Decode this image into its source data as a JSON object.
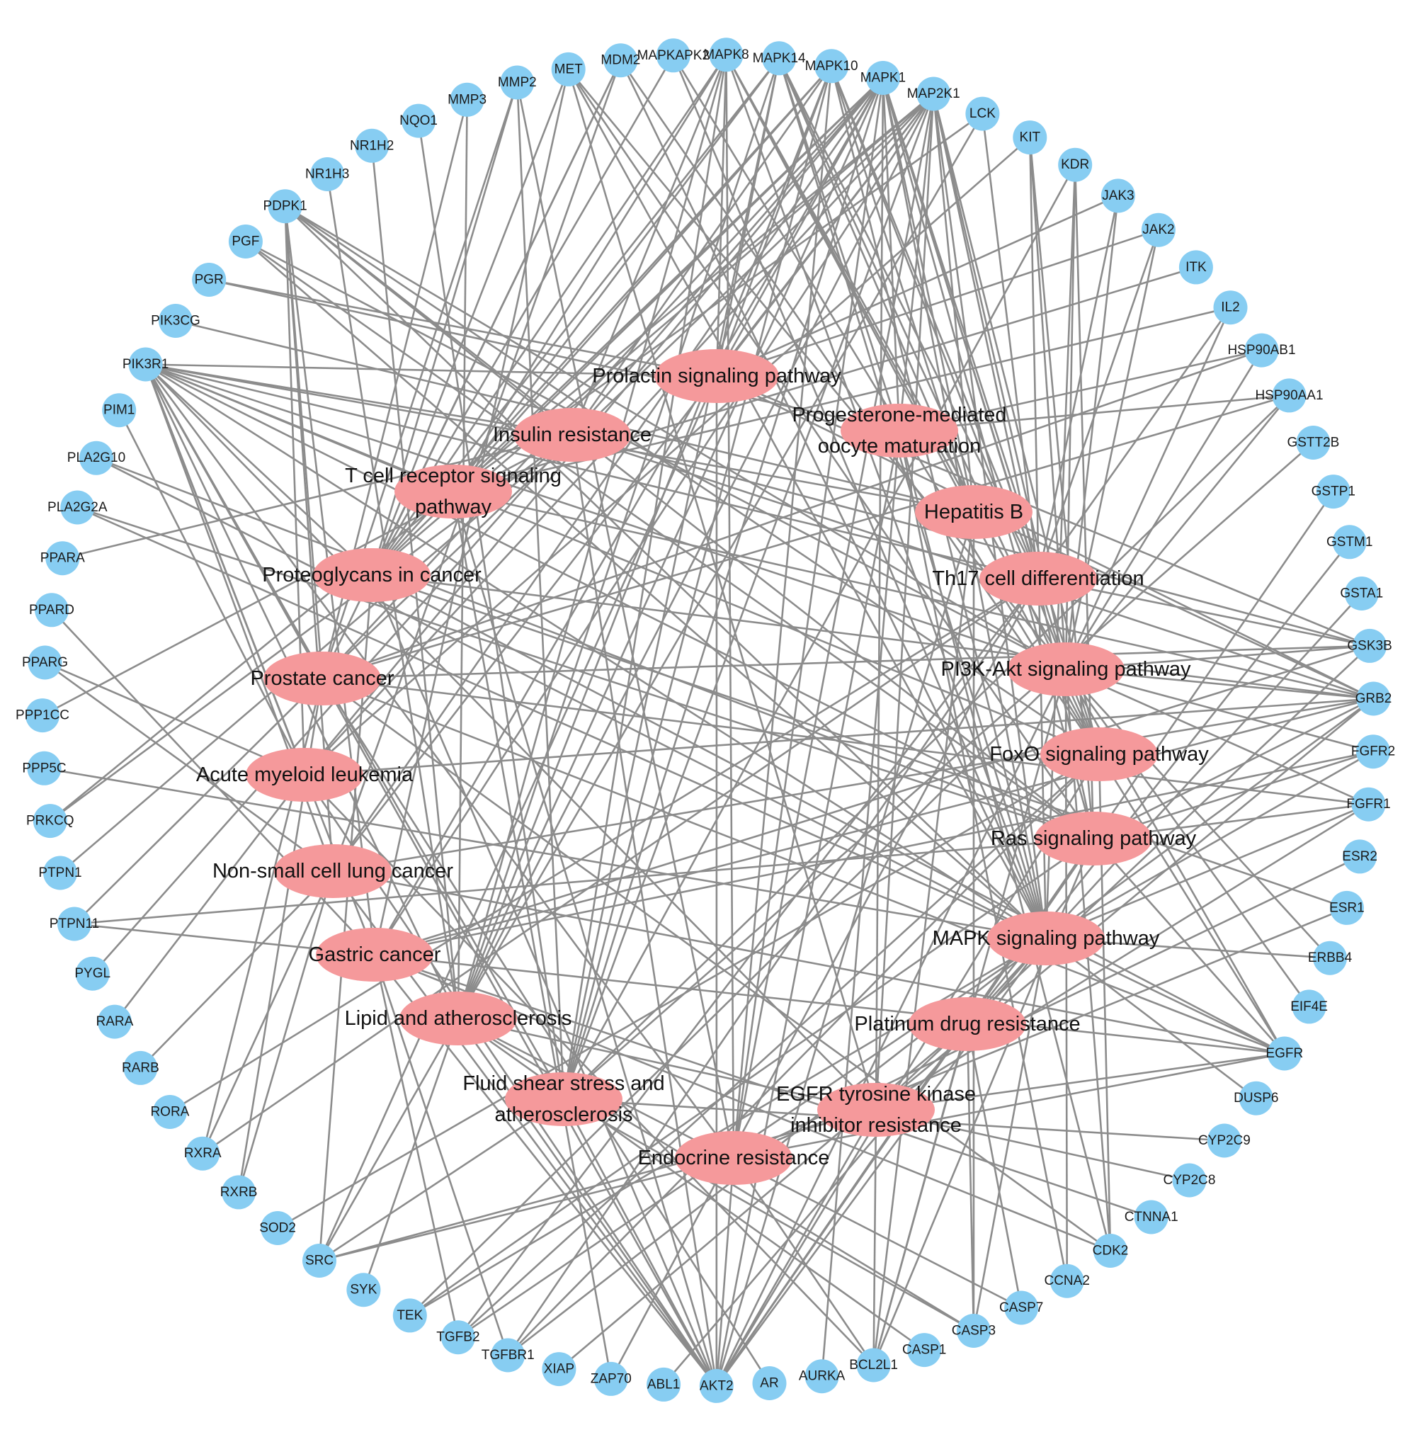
{
  "colors": {
    "gene_node": "#87cdf2",
    "pathway_node": "#f5999b",
    "edge": "#8c8c8c"
  },
  "genes": [
    "MAPKAPK2",
    "MAPK8",
    "MAPK14",
    "MAPK10",
    "MAPK1",
    "MAP2K1",
    "LCK",
    "KIT",
    "KDR",
    "JAK3",
    "JAK2",
    "ITK",
    "IL2",
    "HSP90AB1",
    "HSP90AA1",
    "GSTT2B",
    "GSTP1",
    "GSTM1",
    "GSTA1",
    "GSK3B",
    "GRB2",
    "FGFR2",
    "FGFR1",
    "ESR2",
    "ESR1",
    "ERBB4",
    "EIF4E",
    "EGFR",
    "DUSP6",
    "CYP2C9",
    "CYP2C8",
    "CTNNA1",
    "CDK2",
    "CCNA2",
    "CASP7",
    "CASP3",
    "CASP1",
    "BCL2L1",
    "AURKA",
    "AR",
    "AKT2",
    "ABL1",
    "ZAP70",
    "XIAP",
    "TGFBR1",
    "TGFB2",
    "TEK",
    "SYK",
    "SRC",
    "SOD2",
    "RXRB",
    "RXRA",
    "RORA",
    "RARB",
    "RARA",
    "PYGL",
    "PTPN11",
    "PTPN1",
    "PRKCQ",
    "PPP5C",
    "PPP1CC",
    "PPARG",
    "PPARD",
    "PPARA",
    "PLA2G2A",
    "PLA2G10",
    "PIM1",
    "PIK3R1",
    "PIK3CG",
    "PGR",
    "PGF",
    "PDPK1",
    "NR1H3",
    "NR1H2",
    "NQO1",
    "MMP3",
    "MMP2",
    "MET",
    "MDM2"
  ],
  "pathways": [
    {
      "id": "prolactin",
      "lines": [
        "Prolactin signaling pathway"
      ]
    },
    {
      "id": "progesterone",
      "lines": [
        "Progesterone-mediated",
        "oocyte maturation"
      ]
    },
    {
      "id": "insulin",
      "lines": [
        "Insulin resistance"
      ]
    },
    {
      "id": "tcell",
      "lines": [
        "T cell receptor signaling",
        "pathway"
      ]
    },
    {
      "id": "hepb",
      "lines": [
        "Hepatitis B"
      ]
    },
    {
      "id": "proteoglycans",
      "lines": [
        "Proteoglycans in cancer"
      ]
    },
    {
      "id": "th17",
      "lines": [
        "Th17 cell differentiation"
      ]
    },
    {
      "id": "pi3k",
      "lines": [
        "PI3K-Akt signaling pathway"
      ]
    },
    {
      "id": "prostate",
      "lines": [
        "Prostate cancer"
      ]
    },
    {
      "id": "foxo",
      "lines": [
        "FoxO signaling pathway"
      ]
    },
    {
      "id": "aml",
      "lines": [
        "Acute myeloid leukemia"
      ]
    },
    {
      "id": "ras",
      "lines": [
        "Ras signaling pathway"
      ]
    },
    {
      "id": "nsclc",
      "lines": [
        "Non-small cell lung cancer"
      ]
    },
    {
      "id": "mapk",
      "lines": [
        "MAPK signaling pathway"
      ]
    },
    {
      "id": "gastric",
      "lines": [
        "Gastric cancer"
      ]
    },
    {
      "id": "lipid",
      "lines": [
        "Lipid and atherosclerosis"
      ]
    },
    {
      "id": "platinum",
      "lines": [
        "Platinum drug resistance"
      ]
    },
    {
      "id": "fluid",
      "lines": [
        "Fluid shear stress and",
        "atherosclerosis"
      ]
    },
    {
      "id": "egfrtki",
      "lines": [
        "EGFR tyrosine kinase",
        "inhibitor resistance"
      ]
    },
    {
      "id": "endocrine",
      "lines": [
        "Endocrine resistance"
      ]
    }
  ],
  "edges": [
    [
      "PIK3R1",
      "prolactin"
    ],
    [
      "PIK3R1",
      "insulin"
    ],
    [
      "PIK3R1",
      "tcell"
    ],
    [
      "PIK3R1",
      "hepb"
    ],
    [
      "PIK3R1",
      "proteoglycans"
    ],
    [
      "PIK3R1",
      "th17"
    ],
    [
      "PIK3R1",
      "pi3k"
    ],
    [
      "PIK3R1",
      "prostate"
    ],
    [
      "PIK3R1",
      "foxo"
    ],
    [
      "PIK3R1",
      "aml"
    ],
    [
      "PIK3R1",
      "ras"
    ],
    [
      "PIK3R1",
      "nsclc"
    ],
    [
      "PIK3R1",
      "mapk"
    ],
    [
      "PIK3R1",
      "gastric"
    ],
    [
      "PIK3R1",
      "lipid"
    ],
    [
      "PIK3R1",
      "fluid"
    ],
    [
      "PIK3R1",
      "egfrtki"
    ],
    [
      "PIK3R1",
      "endocrine"
    ],
    [
      "AKT2",
      "prolactin"
    ],
    [
      "AKT2",
      "progesterone"
    ],
    [
      "AKT2",
      "insulin"
    ],
    [
      "AKT2",
      "tcell"
    ],
    [
      "AKT2",
      "hepb"
    ],
    [
      "AKT2",
      "proteoglycans"
    ],
    [
      "AKT2",
      "pi3k"
    ],
    [
      "AKT2",
      "prostate"
    ],
    [
      "AKT2",
      "foxo"
    ],
    [
      "AKT2",
      "aml"
    ],
    [
      "AKT2",
      "ras"
    ],
    [
      "AKT2",
      "nsclc"
    ],
    [
      "AKT2",
      "mapk"
    ],
    [
      "AKT2",
      "gastric"
    ],
    [
      "AKT2",
      "lipid"
    ],
    [
      "AKT2",
      "platinum"
    ],
    [
      "AKT2",
      "fluid"
    ],
    [
      "AKT2",
      "egfrtki"
    ],
    [
      "AKT2",
      "endocrine"
    ],
    [
      "MAPK1",
      "prolactin"
    ],
    [
      "MAPK1",
      "progesterone"
    ],
    [
      "MAPK1",
      "insulin"
    ],
    [
      "MAPK1",
      "tcell"
    ],
    [
      "MAPK1",
      "hepb"
    ],
    [
      "MAPK1",
      "proteoglycans"
    ],
    [
      "MAPK1",
      "th17"
    ],
    [
      "MAPK1",
      "pi3k"
    ],
    [
      "MAPK1",
      "prostate"
    ],
    [
      "MAPK1",
      "foxo"
    ],
    [
      "MAPK1",
      "aml"
    ],
    [
      "MAPK1",
      "ras"
    ],
    [
      "MAPK1",
      "nsclc"
    ],
    [
      "MAPK1",
      "mapk"
    ],
    [
      "MAPK1",
      "gastric"
    ],
    [
      "MAPK1",
      "lipid"
    ],
    [
      "MAPK1",
      "fluid"
    ],
    [
      "MAPK1",
      "egfrtki"
    ],
    [
      "MAPK1",
      "endocrine"
    ],
    [
      "MAP2K1",
      "prolactin"
    ],
    [
      "MAP2K1",
      "progesterone"
    ],
    [
      "MAP2K1",
      "tcell"
    ],
    [
      "MAP2K1",
      "hepb"
    ],
    [
      "MAP2K1",
      "proteoglycans"
    ],
    [
      "MAP2K1",
      "pi3k"
    ],
    [
      "MAP2K1",
      "prostate"
    ],
    [
      "MAP2K1",
      "foxo"
    ],
    [
      "MAP2K1",
      "aml"
    ],
    [
      "MAP2K1",
      "ras"
    ],
    [
      "MAP2K1",
      "nsclc"
    ],
    [
      "MAP2K1",
      "mapk"
    ],
    [
      "MAP2K1",
      "gastric"
    ],
    [
      "MAP2K1",
      "lipid"
    ],
    [
      "MAP2K1",
      "fluid"
    ],
    [
      "MAP2K1",
      "egfrtki"
    ],
    [
      "MAP2K1",
      "endocrine"
    ],
    [
      "MAPK8",
      "prolactin"
    ],
    [
      "MAPK8",
      "insulin"
    ],
    [
      "MAPK8",
      "tcell"
    ],
    [
      "MAPK8",
      "hepb"
    ],
    [
      "MAPK8",
      "proteoglycans"
    ],
    [
      "MAPK8",
      "pi3k"
    ],
    [
      "MAPK8",
      "foxo"
    ],
    [
      "MAPK8",
      "mapk"
    ],
    [
      "MAPK8",
      "lipid"
    ],
    [
      "MAPK8",
      "fluid"
    ],
    [
      "MAPK8",
      "endocrine"
    ],
    [
      "MAPK14",
      "prolactin"
    ],
    [
      "MAPK14",
      "tcell"
    ],
    [
      "MAPK14",
      "hepb"
    ],
    [
      "MAPK14",
      "proteoglycans"
    ],
    [
      "MAPK14",
      "th17"
    ],
    [
      "MAPK14",
      "foxo"
    ],
    [
      "MAPK14",
      "mapk"
    ],
    [
      "MAPK14",
      "lipid"
    ],
    [
      "MAPK14",
      "fluid"
    ],
    [
      "MAPK14",
      "progesterone"
    ],
    [
      "MAPK10",
      "prolactin"
    ],
    [
      "MAPK10",
      "insulin"
    ],
    [
      "MAPK10",
      "tcell"
    ],
    [
      "MAPK10",
      "hepb"
    ],
    [
      "MAPK10",
      "proteoglycans"
    ],
    [
      "MAPK10",
      "th17"
    ],
    [
      "MAPK10",
      "foxo"
    ],
    [
      "MAPK10",
      "mapk"
    ],
    [
      "MAPK10",
      "lipid"
    ],
    [
      "MAPK10",
      "fluid"
    ],
    [
      "MAPK10",
      "endocrine"
    ],
    [
      "MAPKAPK2",
      "mapk"
    ],
    [
      "MAPKAPK2",
      "foxo"
    ],
    [
      "MAPKAPK2",
      "proteoglycans"
    ],
    [
      "MDM2",
      "proteoglycans"
    ],
    [
      "MDM2",
      "prostate"
    ],
    [
      "MDM2",
      "foxo"
    ],
    [
      "MDM2",
      "nsclc"
    ],
    [
      "MDM2",
      "mapk"
    ],
    [
      "MET",
      "pi3k"
    ],
    [
      "MET",
      "proteoglycans"
    ],
    [
      "MET",
      "gastric"
    ],
    [
      "MET",
      "ras"
    ],
    [
      "MET",
      "egfrtki"
    ],
    [
      "MET",
      "mapk"
    ],
    [
      "MMP2",
      "proteoglycans"
    ],
    [
      "MMP2",
      "endocrine"
    ],
    [
      "MMP2",
      "fluid"
    ],
    [
      "MMP2",
      "prostate"
    ],
    [
      "MMP3",
      "prostate"
    ],
    [
      "MMP3",
      "lipid"
    ],
    [
      "NQO1",
      "fluid"
    ],
    [
      "NR1H2",
      "lipid"
    ],
    [
      "NR1H3",
      "lipid"
    ],
    [
      "PDPK1",
      "pi3k"
    ],
    [
      "PDPK1",
      "foxo"
    ],
    [
      "PDPK1",
      "insulin"
    ],
    [
      "PDPK1",
      "ras"
    ],
    [
      "PDPK1",
      "prostate"
    ],
    [
      "PDPK1",
      "gastric"
    ],
    [
      "PDPK1",
      "mapk"
    ],
    [
      "PDPK1",
      "aml"
    ],
    [
      "PDPK1",
      "nsclc"
    ],
    [
      "PGF",
      "pi3k"
    ],
    [
      "PGF",
      "ras"
    ],
    [
      "PGF",
      "mapk"
    ],
    [
      "PGR",
      "progesterone"
    ],
    [
      "PGR",
      "prolactin"
    ],
    [
      "PIK3CG",
      "hepb"
    ],
    [
      "PIM1",
      "aml"
    ],
    [
      "PLA2G10",
      "ras"
    ],
    [
      "PLA2G10",
      "mapk"
    ],
    [
      "PLA2G2A",
      "ras"
    ],
    [
      "PLA2G2A",
      "mapk"
    ],
    [
      "PPARA",
      "insulin"
    ],
    [
      "PPARD",
      "gastric"
    ],
    [
      "PPARG",
      "aml"
    ],
    [
      "PPARG",
      "nsclc"
    ],
    [
      "PPP1CC",
      "insulin"
    ],
    [
      "PPP5C",
      "mapk"
    ],
    [
      "PRKCQ",
      "tcell"
    ],
    [
      "PRKCQ",
      "insulin"
    ],
    [
      "PTPN1",
      "insulin"
    ],
    [
      "PTPN11",
      "ras"
    ],
    [
      "PTPN11",
      "gastric"
    ],
    [
      "PTPN11",
      "prostate"
    ],
    [
      "PYGL",
      "insulin"
    ],
    [
      "RARA",
      "aml"
    ],
    [
      "RARB",
      "nsclc"
    ],
    [
      "RORA",
      "th17"
    ],
    [
      "RXRA",
      "nsclc"
    ],
    [
      "RXRA",
      "prostate"
    ],
    [
      "RXRA",
      "th17"
    ],
    [
      "RXRB",
      "nsclc"
    ],
    [
      "RXRB",
      "prostate"
    ],
    [
      "SOD2",
      "foxo"
    ],
    [
      "SRC",
      "proteoglycans"
    ],
    [
      "SRC",
      "prolactin"
    ],
    [
      "SRC",
      "fluid"
    ],
    [
      "SRC",
      "lipid"
    ],
    [
      "SRC",
      "endocrine"
    ],
    [
      "SRC",
      "egfrtki"
    ],
    [
      "SYK",
      "lipid"
    ],
    [
      "TEK",
      "pi3k"
    ],
    [
      "TEK",
      "ras"
    ],
    [
      "TEK",
      "mapk"
    ],
    [
      "TGFB2",
      "foxo"
    ],
    [
      "TGFB2",
      "mapk"
    ],
    [
      "TGFB2",
      "th17"
    ],
    [
      "TGFB2",
      "gastric"
    ],
    [
      "TGFBR1",
      "foxo"
    ],
    [
      "TGFBR1",
      "mapk"
    ],
    [
      "TGFBR1",
      "th17"
    ],
    [
      "TGFBR1",
      "gastric"
    ],
    [
      "XIAP",
      "platinum"
    ],
    [
      "ZAP70",
      "tcell"
    ],
    [
      "ZAP70",
      "th17"
    ],
    [
      "ABL1",
      "mapk"
    ],
    [
      "AR",
      "prostate"
    ],
    [
      "AURKA",
      "progesterone"
    ],
    [
      "BCL2L1",
      "pi3k"
    ],
    [
      "BCL2L1",
      "hepb"
    ],
    [
      "BCL2L1",
      "platinum"
    ],
    [
      "BCL2L1",
      "ras"
    ],
    [
      "BCL2L1",
      "aml"
    ],
    [
      "BCL2L1",
      "egfrtki"
    ],
    [
      "BCL2L1",
      "endocrine"
    ],
    [
      "CASP1",
      "lipid"
    ],
    [
      "CASP3",
      "hepb"
    ],
    [
      "CASP3",
      "platinum"
    ],
    [
      "CASP3",
      "lipid"
    ],
    [
      "CASP3",
      "fluid"
    ],
    [
      "CASP3",
      "mapk"
    ],
    [
      "CASP7",
      "platinum"
    ],
    [
      "CASP7",
      "lipid"
    ],
    [
      "CCNA2",
      "progesterone"
    ],
    [
      "CCNA2",
      "pi3k"
    ],
    [
      "CDK2",
      "prostate"
    ],
    [
      "CDK2",
      "progesterone"
    ],
    [
      "CDK2",
      "foxo"
    ],
    [
      "CDK2",
      "gastric"
    ],
    [
      "CDK2",
      "pi3k"
    ],
    [
      "CTNNA1",
      "gastric"
    ],
    [
      "CYP2C8",
      "lipid"
    ],
    [
      "CYP2C9",
      "fluid"
    ],
    [
      "DUSP6",
      "mapk"
    ],
    [
      "EGFR",
      "pi3k"
    ],
    [
      "EGFR",
      "ras"
    ],
    [
      "EGFR",
      "mapk"
    ],
    [
      "EGFR",
      "proteoglycans"
    ],
    [
      "EGFR",
      "gastric"
    ],
    [
      "EGFR",
      "nsclc"
    ],
    [
      "EGFR",
      "prostate"
    ],
    [
      "EGFR",
      "egfrtki"
    ],
    [
      "EGFR",
      "endocrine"
    ],
    [
      "EGFR",
      "foxo"
    ],
    [
      "EIF4E",
      "pi3k"
    ],
    [
      "ERBB4",
      "pi3k"
    ],
    [
      "ERBB4",
      "mapk"
    ],
    [
      "ESR1",
      "endocrine"
    ],
    [
      "ESR1",
      "proteoglycans"
    ],
    [
      "ESR2",
      "endocrine"
    ],
    [
      "FGFR1",
      "pi3k"
    ],
    [
      "FGFR1",
      "ras"
    ],
    [
      "FGFR1",
      "mapk"
    ],
    [
      "FGFR1",
      "egfrtki"
    ],
    [
      "FGFR1",
      "prostate"
    ],
    [
      "FGFR2",
      "pi3k"
    ],
    [
      "FGFR2",
      "ras"
    ],
    [
      "FGFR2",
      "mapk"
    ],
    [
      "FGFR2",
      "gastric"
    ],
    [
      "GRB2",
      "pi3k"
    ],
    [
      "GRB2",
      "ras"
    ],
    [
      "GRB2",
      "mapk"
    ],
    [
      "GRB2",
      "prolactin"
    ],
    [
      "GRB2",
      "insulin"
    ],
    [
      "GRB2",
      "tcell"
    ],
    [
      "GRB2",
      "proteoglycans"
    ],
    [
      "GRB2",
      "aml"
    ],
    [
      "GRB2",
      "nsclc"
    ],
    [
      "GRB2",
      "gastric"
    ],
    [
      "GRB2",
      "egfrtki"
    ],
    [
      "GRB2",
      "hepb"
    ],
    [
      "GSK3B",
      "pi3k"
    ],
    [
      "GSK3B",
      "prolactin"
    ],
    [
      "GSK3B",
      "insulin"
    ],
    [
      "GSK3B",
      "prostate"
    ],
    [
      "GSK3B",
      "gastric"
    ],
    [
      "GSK3B",
      "th17"
    ],
    [
      "GSK3B",
      "egfrtki"
    ],
    [
      "GSTA1",
      "platinum"
    ],
    [
      "GSTM1",
      "platinum"
    ],
    [
      "GSTP1",
      "platinum"
    ],
    [
      "GSTT2B",
      "fluid"
    ],
    [
      "HSP90AA1",
      "pi3k"
    ],
    [
      "HSP90AA1",
      "progesterone"
    ],
    [
      "HSP90AA1",
      "fluid"
    ],
    [
      "HSP90AA1",
      "prostate"
    ],
    [
      "HSP90AB1",
      "pi3k"
    ],
    [
      "HSP90AB1",
      "progesterone"
    ],
    [
      "HSP90AB1",
      "prostate"
    ],
    [
      "IL2",
      "th17"
    ],
    [
      "IL2",
      "tcell"
    ],
    [
      "IL2",
      "pi3k"
    ],
    [
      "ITK",
      "tcell"
    ],
    [
      "JAK2",
      "prolactin"
    ],
    [
      "JAK2",
      "th17"
    ],
    [
      "JAK2",
      "pi3k"
    ],
    [
      "JAK3",
      "prolactin"
    ],
    [
      "JAK3",
      "th17"
    ],
    [
      "JAK3",
      "pi3k"
    ],
    [
      "KDR",
      "pi3k"
    ],
    [
      "KDR",
      "ras"
    ],
    [
      "KDR",
      "mapk"
    ],
    [
      "KDR",
      "fluid"
    ],
    [
      "KIT",
      "pi3k"
    ],
    [
      "KIT",
      "ras"
    ],
    [
      "KIT",
      "mapk"
    ],
    [
      "KIT",
      "aml"
    ],
    [
      "LCK",
      "tcell"
    ],
    [
      "LCK",
      "th17"
    ],
    [
      "LCK",
      "lipid"
    ]
  ]
}
